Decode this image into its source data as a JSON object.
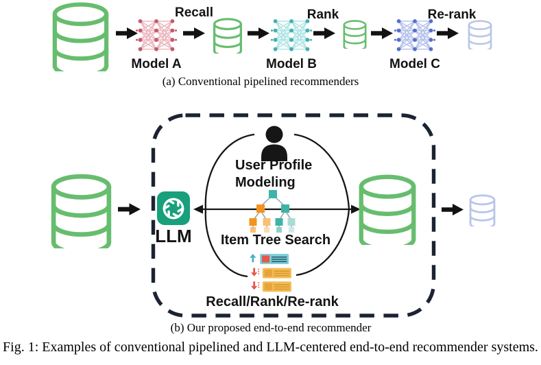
{
  "panel_a": {
    "caption": "(a) Conventional pipelined recommenders",
    "flow_labels": {
      "recall": "Recall",
      "rank": "Rank",
      "rerank": "Re-rank"
    },
    "models": {
      "a": "Model A",
      "b": "Model B",
      "c": "Model C"
    }
  },
  "panel_b": {
    "caption": "(b) Our proposed end-to-end recommender",
    "llm_label": "LLM",
    "tasks": {
      "user_profile": {
        "line1": "User Profile",
        "line2": "Modeling"
      },
      "item_tree": "Item Tree Search",
      "recall_rank_rerank": "Recall/Rank/Re-rank"
    }
  },
  "figure_caption": "Fig. 1: Examples of conventional pipelined and LLM-centered end-to-end recommender systems.",
  "icons": {
    "database": "cylinder-database-icon",
    "neural_network": "neural-network-icon",
    "arrow": "right-arrow-icon",
    "person": "user-silhouette-icon",
    "tree": "item-tree-icon",
    "ranked_list": "ranked-list-icon",
    "openai": "openai-logo-icon"
  },
  "colors": {
    "database_green": "#67bd6e",
    "database_light_blue": "#b9c6e9",
    "model_a_pink": "#e2909c",
    "model_a_node": "#c25a6c",
    "model_b_cyan": "#82d7d7",
    "model_b_node": "#47aeae",
    "model_c_blue": "#8fa2e2",
    "model_c_node": "#5a6fc4",
    "openai_teal": "#18a07c",
    "dashed_border_navy": "#1c2433",
    "tree_teal": "#3eb3a8",
    "tree_light_teal": "#a8dcd5",
    "tree_orange": "#f5921e",
    "tree_light_orange": "#f9bf77",
    "card_teal": "#7ed0db",
    "card_amber": "#f4bb52",
    "card_red": "#e4584a",
    "card_amber_dark": "#e7a43c",
    "arrow_black": "#121212"
  }
}
